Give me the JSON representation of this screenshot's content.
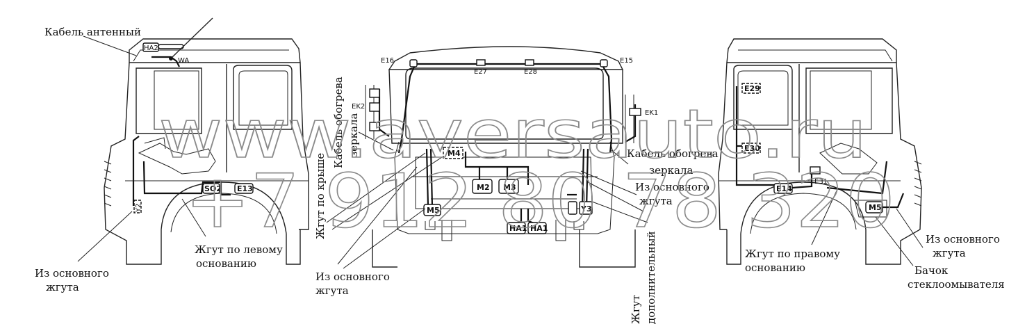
{
  "labels": {
    "antenna_cable": "Кабель антенный",
    "left_harness": [
      "Жгут по левому",
      "основанию"
    ],
    "main_harness_left": [
      "Из основного",
      "жгута"
    ],
    "main_harness_center": [
      "Из основного",
      "жгута"
    ],
    "roof_harness": "Жгут по крыше",
    "mirror_heat_vertical": [
      "Кабель обогрева",
      "зеркала"
    ],
    "mirror_heat_right": [
      "Кабель обогрева",
      "зеркала"
    ],
    "main_harness_mid": [
      "Из основного",
      "жгута"
    ],
    "additional_harness": [
      "Жгут",
      "дополнительный"
    ],
    "right_harness": [
      "Жгут по правому",
      "основанию"
    ],
    "main_harness_right": [
      "Из основного",
      "жгута"
    ],
    "washer_tank": [
      "Бачок",
      "стеклоомывателя"
    ]
  },
  "codes": {
    "HA2": "HA2",
    "WA": "WA",
    "SO2": "SO2",
    "E13": "E13",
    "Y2": "Y2",
    "E16": "E16",
    "E27": "E27",
    "E28": "E28",
    "E15": "E15",
    "EK2": "EK2",
    "EK1": "EK1",
    "M4": "M4",
    "M2": "M2",
    "M3": "M3",
    "M5c": "M5",
    "HA1a": "HA1",
    "HA1b": "HA1",
    "Y3": "Y3",
    "E29": "E29",
    "E30": "E30",
    "E14": "E14",
    "E31": "E31",
    "M5r": "M5"
  },
  "watermark": {
    "line1": "www.aversauto.ru",
    "line2": "+7 912 80 78 320"
  }
}
